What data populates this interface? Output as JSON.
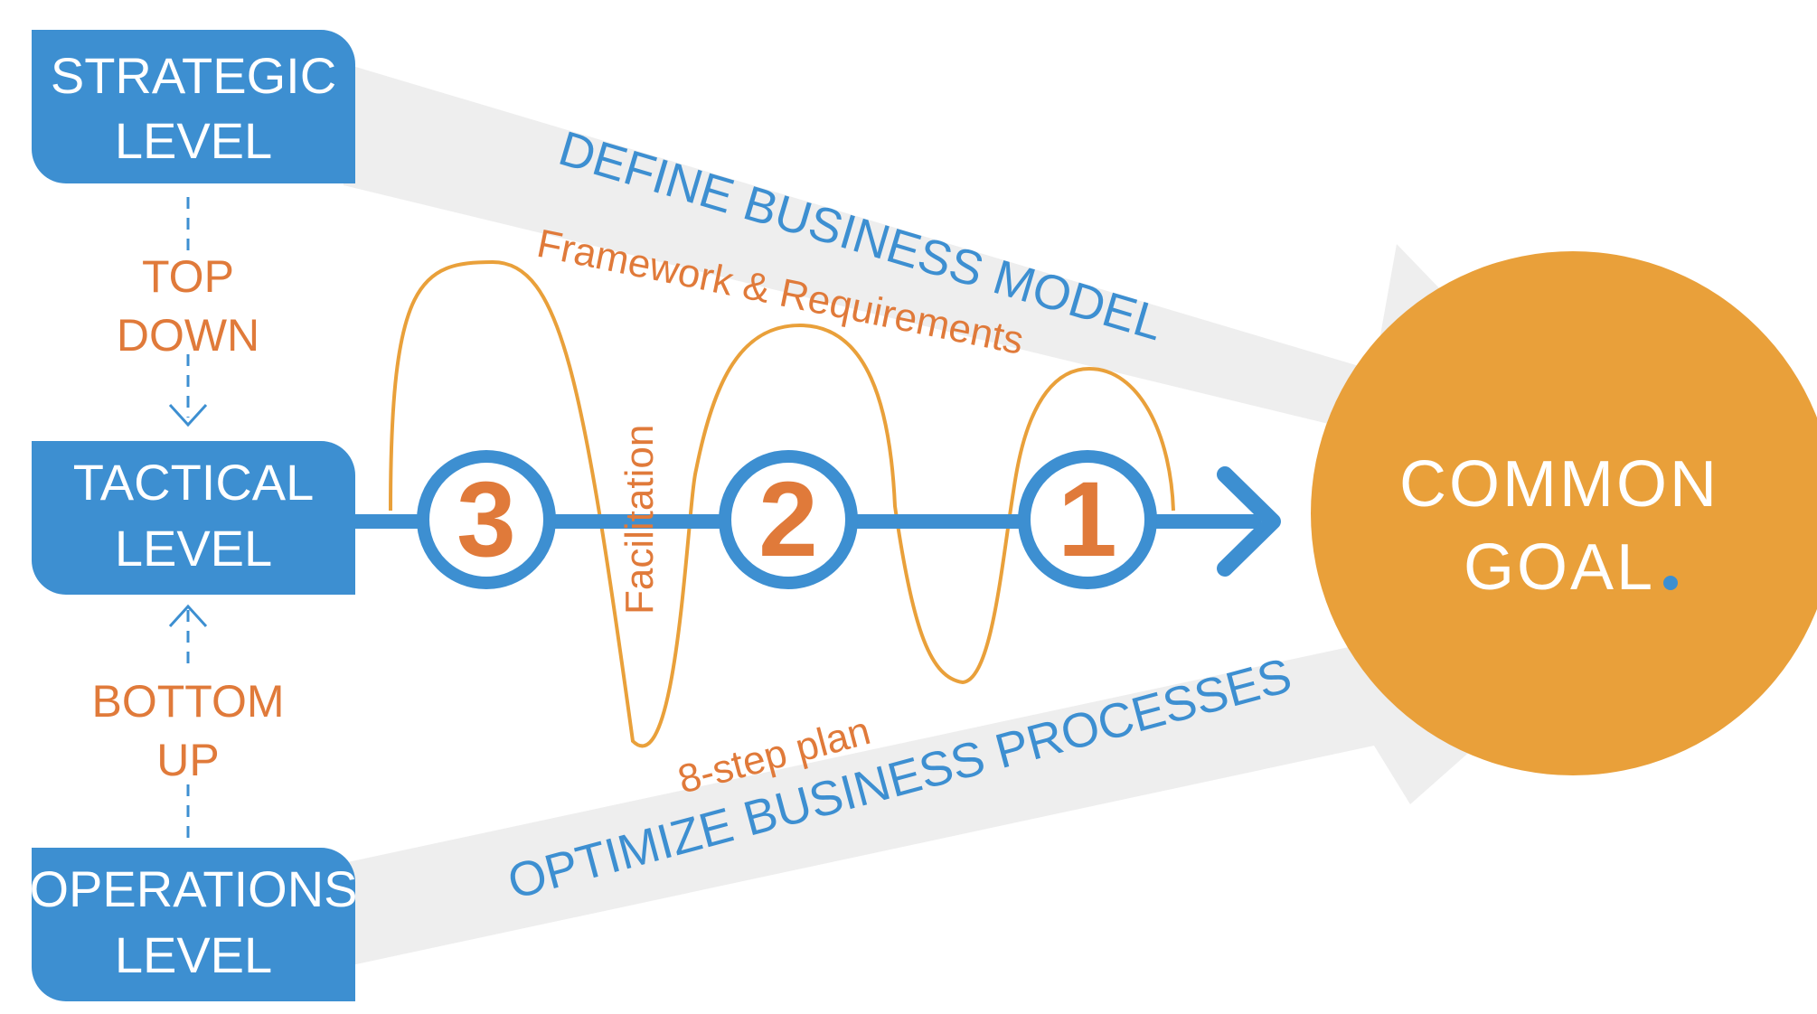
{
  "levels": {
    "strategic": [
      "STRATEGIC",
      "LEVEL"
    ],
    "tactical": [
      "TACTICAL",
      "LEVEL"
    ],
    "operations": [
      "OPERATIONS",
      "LEVEL"
    ]
  },
  "directions": {
    "top_down": [
      "TOP",
      "DOWN"
    ],
    "bottom_up": [
      "BOTTOM",
      "UP"
    ]
  },
  "arrows": {
    "top": "DEFINE BUSINESS MODEL",
    "bottom": "OPTIMIZE BUSINESS PROCESSES"
  },
  "annotations": {
    "framework": "Framework & Requirements",
    "facilitation": "Facilitation",
    "plan": "8-step plan"
  },
  "steps": [
    "3",
    "2",
    "1"
  ],
  "goal": [
    "COMMON",
    "GOAL"
  ],
  "colors": {
    "blue": "#3d8fd1",
    "orange": "#e9a03a",
    "orange_text": "#e07a3a",
    "gray_arrow": "#eeeeee"
  }
}
